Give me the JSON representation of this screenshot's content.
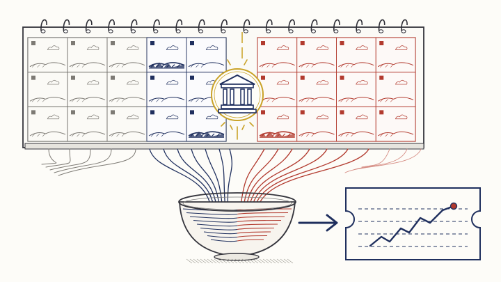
{
  "illustration": {
    "calendar": {
      "rings_count": 17,
      "left_grid": {
        "rows": 3,
        "cols": 5,
        "navy_columns_from": 3
      },
      "right_grid": {
        "rows": 3,
        "cols": 4
      }
    },
    "icons": [
      "calendar-icon",
      "bank-building-icon",
      "bowl-icon",
      "arrow-right-icon",
      "ticket-icon",
      "trend-up-icon"
    ],
    "colors": {
      "ink": "#2e2e36",
      "gray": "#7d7a74",
      "navy": "#1f2f5e",
      "red": "#b23a2e",
      "gold": "#c9a227",
      "paper": "#fdfcf8"
    }
  }
}
